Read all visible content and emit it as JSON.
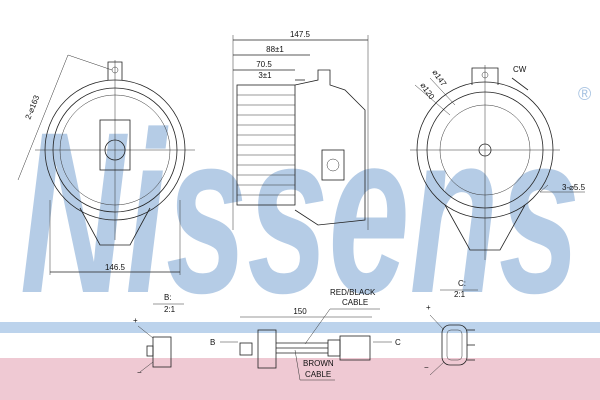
{
  "watermark": {
    "text": "Nissens",
    "registered": "®",
    "color": "#a9c4e2"
  },
  "bands": {
    "blue": "#bcd3ec",
    "pink": "#efc9d3"
  },
  "dimensions": {
    "overall_length": "147.5",
    "d88": "88±1",
    "d70": "70.5",
    "d3": "3±1",
    "mount_hole": "2-⌀163",
    "width": "146.5",
    "dia147": "⌀147",
    "dia120": "⌀120",
    "holes": "3-⌀5.5",
    "cable_length": "150"
  },
  "rotation": "CW",
  "details": {
    "b_scale_label": "B:",
    "b_scale": "2:1",
    "c_scale_label": "C:",
    "c_scale": "2:1",
    "b_marker": "B",
    "c_marker": "C",
    "plus": "+",
    "minus": "−"
  },
  "cables": {
    "red_black_1": "RED/BLACK",
    "red_black_2": "CABLE",
    "brown_1": "BROWN",
    "brown_2": "CABLE"
  }
}
